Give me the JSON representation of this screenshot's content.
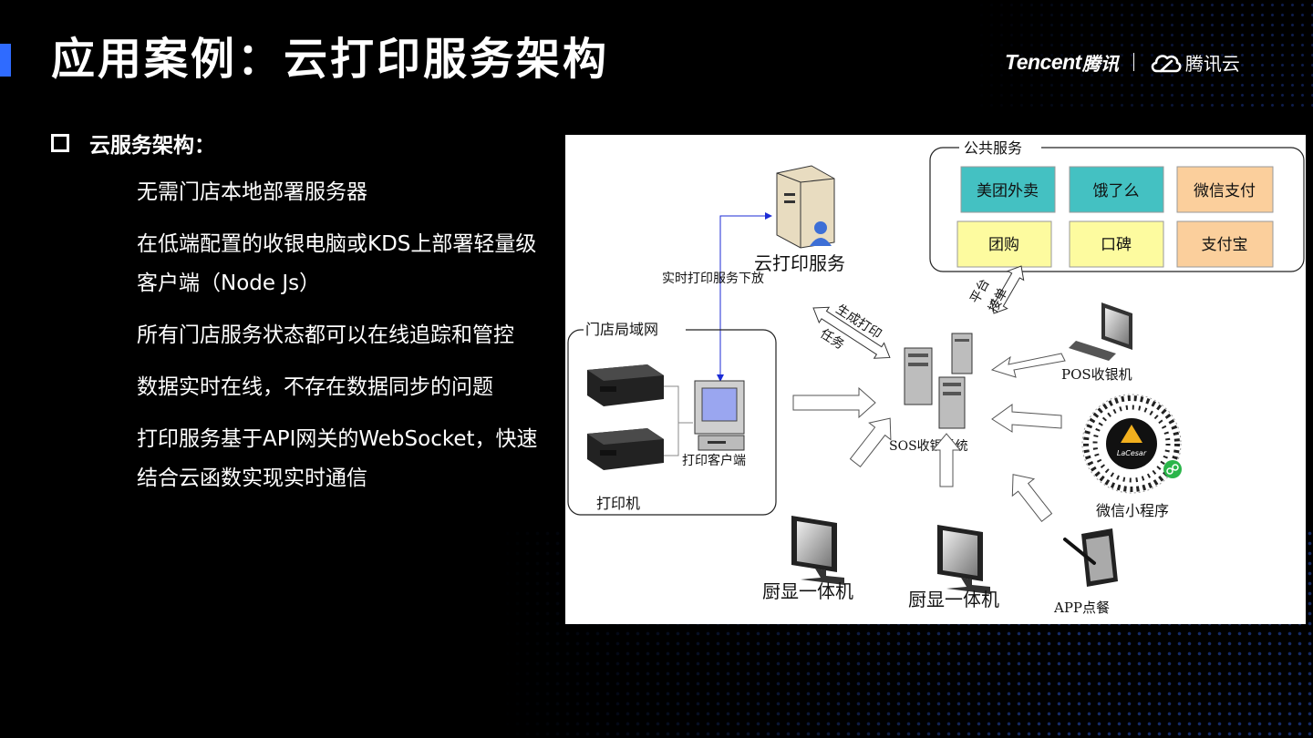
{
  "slide": {
    "title": "应用案例：云打印服务架构",
    "section_label": "云服务架构：",
    "bullets": [
      "无需门店本地部署服务器",
      "在低端配置的收银电脑或KDS上部署轻量级客户端（Node Js）",
      "所有门店服务状态都可以在线追踪和管控",
      "数据实时在线，不存在数据同步的问题",
      "打印服务基于API网关的WebSocket，快速结合云函数实现实时通信"
    ]
  },
  "logo": {
    "tencent_en": "Tencent",
    "tencent_cn": "腾讯",
    "cloud_cn": "腾讯云"
  },
  "diagram": {
    "public_services": {
      "label": "公共服务",
      "items": [
        {
          "label": "美团外卖",
          "color": "#44c1c2"
        },
        {
          "label": "饿了么",
          "color": "#44c1c2"
        },
        {
          "label": "微信支付",
          "color": "#fbcf9c"
        },
        {
          "label": "团购",
          "color": "#fdfb9f"
        },
        {
          "label": "口碑",
          "color": "#fdfb9f"
        },
        {
          "label": "支付宝",
          "color": "#fbcf9c"
        }
      ]
    },
    "cloud_print_label": "云打印服务",
    "realtime_dispatch_label": "实时打印服务下放",
    "generate_task_label": [
      "生成打印",
      "任务"
    ],
    "platform_label": [
      "平台",
      "接单"
    ],
    "store_lan_label": "门店局域网",
    "printer_label": "打印机",
    "print_client_label": "打印客户端",
    "sos_label": "SOS收银系统",
    "pos_label": "POS收银机",
    "miniprogram_label": "微信小程序",
    "miniprogram_brand": "LaCesar",
    "kitchen_display_1": "厨显一体机",
    "kitchen_display_2": "厨显一体机",
    "app_order_label": "APP点餐"
  }
}
